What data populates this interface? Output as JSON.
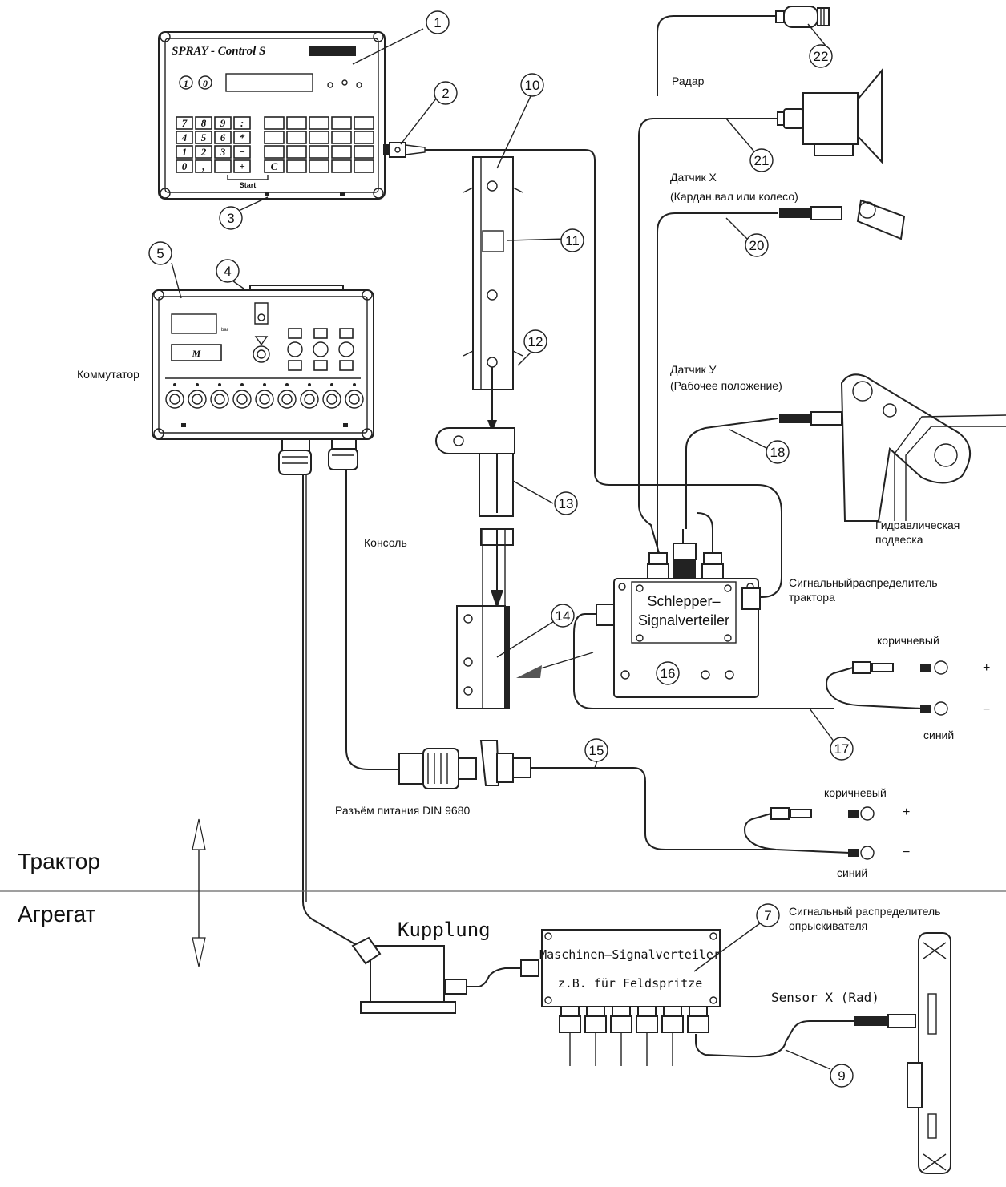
{
  "controller": {
    "title": "SPRAY - Control S",
    "keys": [
      "7",
      "8",
      "9",
      ":",
      "4",
      "5",
      "6",
      "*",
      "1",
      "2",
      "3",
      "−",
      "0",
      ",",
      "",
      "+"
    ],
    "start_label": "Start",
    "c_key": "C"
  },
  "switchboard_label": "Коммутатор",
  "console_label": "Консоль",
  "power_label": "Разъём питания DIN 9680",
  "radar_label": "Радар",
  "sensor_x_label": "Датчик X",
  "sensor_x_sub": "(Кардан.вал или колесо)",
  "sensor_y_label": "Датчик У",
  "sensor_y_sub": "(Рабочее положение)",
  "hydraulic_label_1": "Гидравлическая",
  "hydraulic_label_2": "подвеска",
  "tractor_distributor": {
    "label_1": "Сигнальныйраспределитель",
    "label_2": "трактора",
    "box_line_1": "Schlepper–",
    "box_line_2": "Signalverteiler"
  },
  "wire_labels": {
    "brown": "коричневый",
    "blue": "синий",
    "plus": "+",
    "minus": "−"
  },
  "tractor_label": "Трактор",
  "implement_label": "Агрегат",
  "kupplung_label": "Kupplung",
  "machine_distributor": {
    "line_1": "Maschinen–Signalverteiler",
    "line_2": "z.B. für Feldspritze",
    "caption_1": "Сигнальный распределитель",
    "caption_2": "опрыскивателя"
  },
  "sensor_rad_label": "Sensor X (Rad)",
  "part_numbers": [
    "1",
    "2",
    "3",
    "4",
    "5",
    "7",
    "9",
    "10",
    "11",
    "12",
    "13",
    "14",
    "15",
    "16",
    "17",
    "18",
    "20",
    "21",
    "22"
  ]
}
